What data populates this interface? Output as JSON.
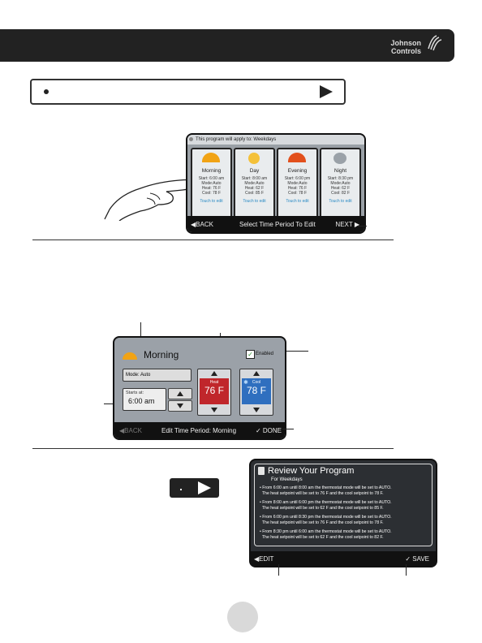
{
  "header": {
    "brand": "Johnson Controls",
    "brand_line1": "Johnson",
    "brand_line2": "Controls"
  },
  "screen1": {
    "banner": "This program will apply to: Weekdays",
    "cards": [
      {
        "name": "Morning",
        "lines": [
          "Start: 6:00 am",
          "Mode:Auto",
          "Heat: 76 F",
          "Cool: 78 F"
        ],
        "touch": "Touch to edit"
      },
      {
        "name": "Day",
        "lines": [
          "Start: 8:00 am",
          "Mode:Auto",
          "Heat: 62 F",
          "Cool: 85 F"
        ],
        "touch": "Touch to edit"
      },
      {
        "name": "Evening",
        "lines": [
          "Start: 6:00 pm",
          "Mode:Auto",
          "Heat: 76 F",
          "Cool: 78 F"
        ],
        "touch": "Touch to edit"
      },
      {
        "name": "Night",
        "lines": [
          "Start: 8:30 pm",
          "Mode:Auto",
          "Heat: 62 F",
          "Cool: 82 F"
        ],
        "touch": "Touch to edit"
      }
    ],
    "back": "◀BACK",
    "footer_title": "Select Time Period To Edit",
    "next": "NEXT ▶"
  },
  "screen2": {
    "title": "Morning",
    "mode": "Mode: Auto",
    "starts_label": "Starts at:",
    "starts_value": "6:00 am",
    "heat_label": "Heat",
    "heat_value": "76 F",
    "cool_label": "Cool",
    "cool_value": "78 F",
    "enabled": "Enabled",
    "back": "◀BACK",
    "footer_title": "Edit Time Period: Morning",
    "done": "✓ DONE"
  },
  "screen3": {
    "title": "Review Your Program",
    "subtitle": "For Weekdays",
    "items": [
      {
        "l1": "From 6:00 am until 8:00 am the thermostat mode will be set to AUTO.",
        "l2": "The heat setpoint will be set to 76 F and the cool setpoint to 78 F."
      },
      {
        "l1": "From 8:00 am until 6:00 pm the thermostat mode will be set to AUTO.",
        "l2": "The heat setpoint will be set to 62 F and the cool setpoint to 85 F."
      },
      {
        "l1": "From 6:00 pm until 8:30 pm the thermostat mode will be set to AUTO.",
        "l2": "The heat setpoint will be set to 76 F and the cool setpoint to 78 F."
      },
      {
        "l1": "From 8:30 pm until 6:00 am the thermostat mode will be set to AUTO.",
        "l2": "The heat setpoint will be set to 62 F and the cool setpoint to 82 F."
      }
    ],
    "edit": "◀EDIT",
    "save": "✓ SAVE"
  },
  "colors": {
    "header_bg": "#222222",
    "heat": "#c0262b",
    "cool": "#2f6fbf",
    "link": "#2a8ac4"
  }
}
